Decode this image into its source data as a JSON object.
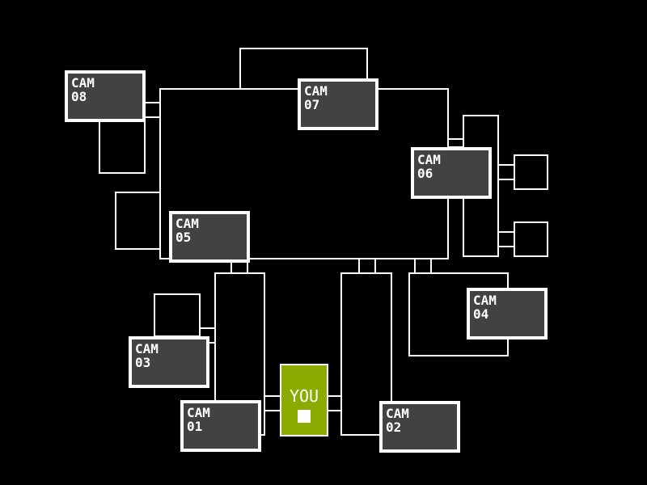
{
  "map": {
    "you_label": "YOU",
    "colors": {
      "background": "#000000",
      "camera_fill": "#424242",
      "camera_border": "#ffffff",
      "you_fill": "#8aab00"
    },
    "cameras": [
      {
        "id": "cam01",
        "line1": "CAM",
        "line2": "01"
      },
      {
        "id": "cam02",
        "line1": "CAM",
        "line2": "02"
      },
      {
        "id": "cam03",
        "line1": "CAM",
        "line2": "03"
      },
      {
        "id": "cam04",
        "line1": "CAM",
        "line2": "04"
      },
      {
        "id": "cam05",
        "line1": "CAM",
        "line2": "05"
      },
      {
        "id": "cam06",
        "line1": "CAM",
        "line2": "06"
      },
      {
        "id": "cam07",
        "line1": "CAM",
        "line2": "07"
      },
      {
        "id": "cam08",
        "line1": "CAM",
        "line2": "08"
      }
    ]
  }
}
